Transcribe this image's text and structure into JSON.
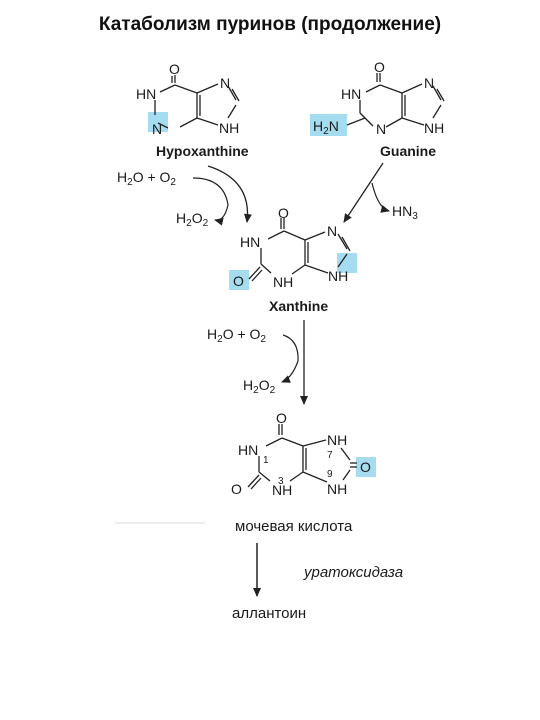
{
  "title": "Катаболизм пуринов (продолжение)",
  "colors": {
    "highlight": "#a6dcef",
    "line": "#222222"
  },
  "molecules": {
    "hypoxanthine": {
      "name": "Hypoxanthine",
      "atoms": {
        "o": "O",
        "hn": "HN",
        "n_left": "N",
        "n_top": "N",
        "nh": "NH"
      }
    },
    "guanine": {
      "name": "Guanine",
      "atoms": {
        "o": "O",
        "hn": "HN",
        "h2n_h": "H",
        "h2n_sub": "2",
        "h2n_n": "N",
        "n_left": "N",
        "n_top": "N",
        "nh": "NH"
      }
    },
    "xanthine": {
      "name": "Xanthine",
      "atoms": {
        "o_top": "O",
        "hn": "HN",
        "o_left": "O",
        "nh_bottom": "NH",
        "n_top": "N",
        "nh_right": "NH"
      }
    },
    "uric_acid": {
      "atoms": {
        "o_top": "O",
        "hn": "HN",
        "o_left": "O",
        "nh_bottom": "NH",
        "nh_top": "NH",
        "o_right": "O",
        "nh_right": "NH"
      },
      "locants": {
        "one": "1",
        "three": "3",
        "seven": "7",
        "nine": "9"
      }
    }
  },
  "reagents": {
    "step1_in": {
      "h2o_h": "H",
      "h2o_sub": "2",
      "h2o_o": "O + O",
      "o2_sub": "2"
    },
    "step1_out": {
      "h": "H",
      "h_sub": "2",
      "o": "O",
      "o_sub": "2"
    },
    "guanine_out": {
      "hn": "HN",
      "sub": "3"
    },
    "step2_in": {
      "h2o_h": "H",
      "h2o_sub": "2",
      "h2o_o": "O + O",
      "o2_sub": "2"
    },
    "step2_out": {
      "h": "H",
      "h_sub": "2",
      "o": "O",
      "o_sub": "2"
    }
  },
  "labels": {
    "uric_acid_ru": "мочевая кислота",
    "enzyme_ru": "уратоксидаза",
    "allantoin_ru": "аллантоин"
  }
}
